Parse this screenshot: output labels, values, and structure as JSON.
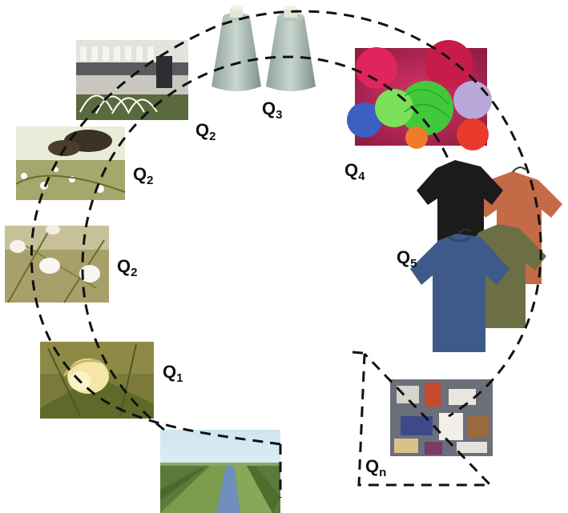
{
  "diagram": {
    "labels": {
      "q1": {
        "letter": "Q",
        "sub": "1"
      },
      "q2_a": {
        "letter": "Q",
        "sub": "2"
      },
      "q2_b": {
        "letter": "Q",
        "sub": "2"
      },
      "q2_c": {
        "letter": "Q",
        "sub": "2"
      },
      "q3": {
        "letter": "Q",
        "sub": "3"
      },
      "q4": {
        "letter": "Q",
        "sub": "4"
      },
      "q5": {
        "letter": "Q",
        "sub": "5"
      },
      "qn": {
        "letter": "Q",
        "sub": "n"
      }
    },
    "images": [
      "cotton-field-photo",
      "cotton-flower-photo",
      "cotton-boll-photo",
      "cotton-harvest-photo",
      "spinning-machine-photo",
      "thread-spools-photo",
      "yarn-balls-photo",
      "tshirts-photo",
      "textile-waste-photo"
    ],
    "colors": {
      "cycle_line": "#111111",
      "label_text": "#111111"
    }
  }
}
